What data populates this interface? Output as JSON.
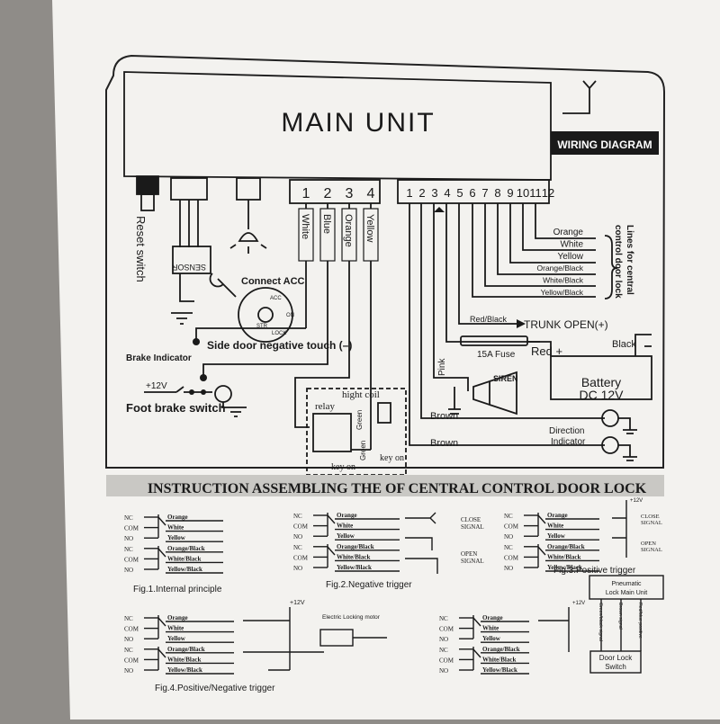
{
  "main_unit": {
    "title": "MAIN UNIT",
    "tag": "WIRING DIAGRAM",
    "left_terminals": [
      "1",
      "2",
      "3",
      "4"
    ],
    "right_terminals": [
      "1",
      "2",
      "3",
      "4",
      "5",
      "6",
      "7",
      "8",
      "9",
      "10",
      "11",
      "12"
    ]
  },
  "left_side": {
    "reset_switch": "Reset switch",
    "sensor": "SENSOR",
    "connect_acc": "Connect ACC",
    "ign_labels": [
      "ACC",
      "ON",
      "STR",
      "LOCK"
    ],
    "wire_colors": [
      "White",
      "Blue",
      "Orange",
      "Yellow"
    ],
    "side_door": "Side door negative touch (–)",
    "brake_indicator": "Brake Indicator",
    "plus12v": "+12V",
    "foot_brake": "Foot brake switch",
    "relay": "relay",
    "hight_coil": "hight coil",
    "green1": "Green",
    "green2": "Green",
    "key_on1": "key on",
    "key_on2": "key on"
  },
  "right_side": {
    "lock_wires": [
      "Orange",
      "White",
      "Yellow",
      "Orange/Black",
      "White/Black",
      "Yellow/Black"
    ],
    "lines_for": "Lines for central",
    "control_lock": "control door lock",
    "red_black": "Red/Black",
    "trunk_open": "TRUNK OPEN(+)",
    "pink": "Pink",
    "fuse": "15A Fuse",
    "red_plus": "Red +",
    "black": "Black",
    "battery": "Battery",
    "dc": "DC 12V",
    "siren": "SIREN",
    "brown1": "Brown",
    "brown2": "Brown",
    "direction": "Direction",
    "indicator": "Indicator"
  },
  "banner": "INSTRUCTION ASSEMBLING THE OF CENTRAL CONTROL DOOR LOCK",
  "terminals": [
    "NC",
    "COM",
    "NO",
    "NC",
    "COM",
    "NO"
  ],
  "fig_wires": [
    "Orange",
    "White",
    "Yellow",
    "Orange/Black",
    "White/Black",
    "Yellow/Black"
  ],
  "fig1": {
    "caption": "Fig.1.Internal principle"
  },
  "fig2": {
    "caption": "Fig.2.Negative trigger",
    "close": [
      "CLOSE",
      "SIGNAL"
    ],
    "open": [
      "OPEN",
      "SIGNAL"
    ]
  },
  "fig3": {
    "caption": "Fig.3.Positive trigger",
    "v12": "+12V",
    "close": [
      "CLOSE",
      "SIGNAL"
    ],
    "open": [
      "OPEN",
      "SIGNAL"
    ]
  },
  "fig4": {
    "caption": "Fig.4.Positive/Negative trigger",
    "v12": "+12V",
    "motor": "Electric Locking motor"
  },
  "fig5": {
    "v12": "+12V",
    "pneumatic": [
      "Pneumatic",
      "Lock Main Unit"
    ],
    "pn_wires": [
      "Green/black signal",
      "Brown signal",
      "Red/blue positive"
    ],
    "door_lock": [
      "Door Lock",
      "Switch"
    ]
  }
}
